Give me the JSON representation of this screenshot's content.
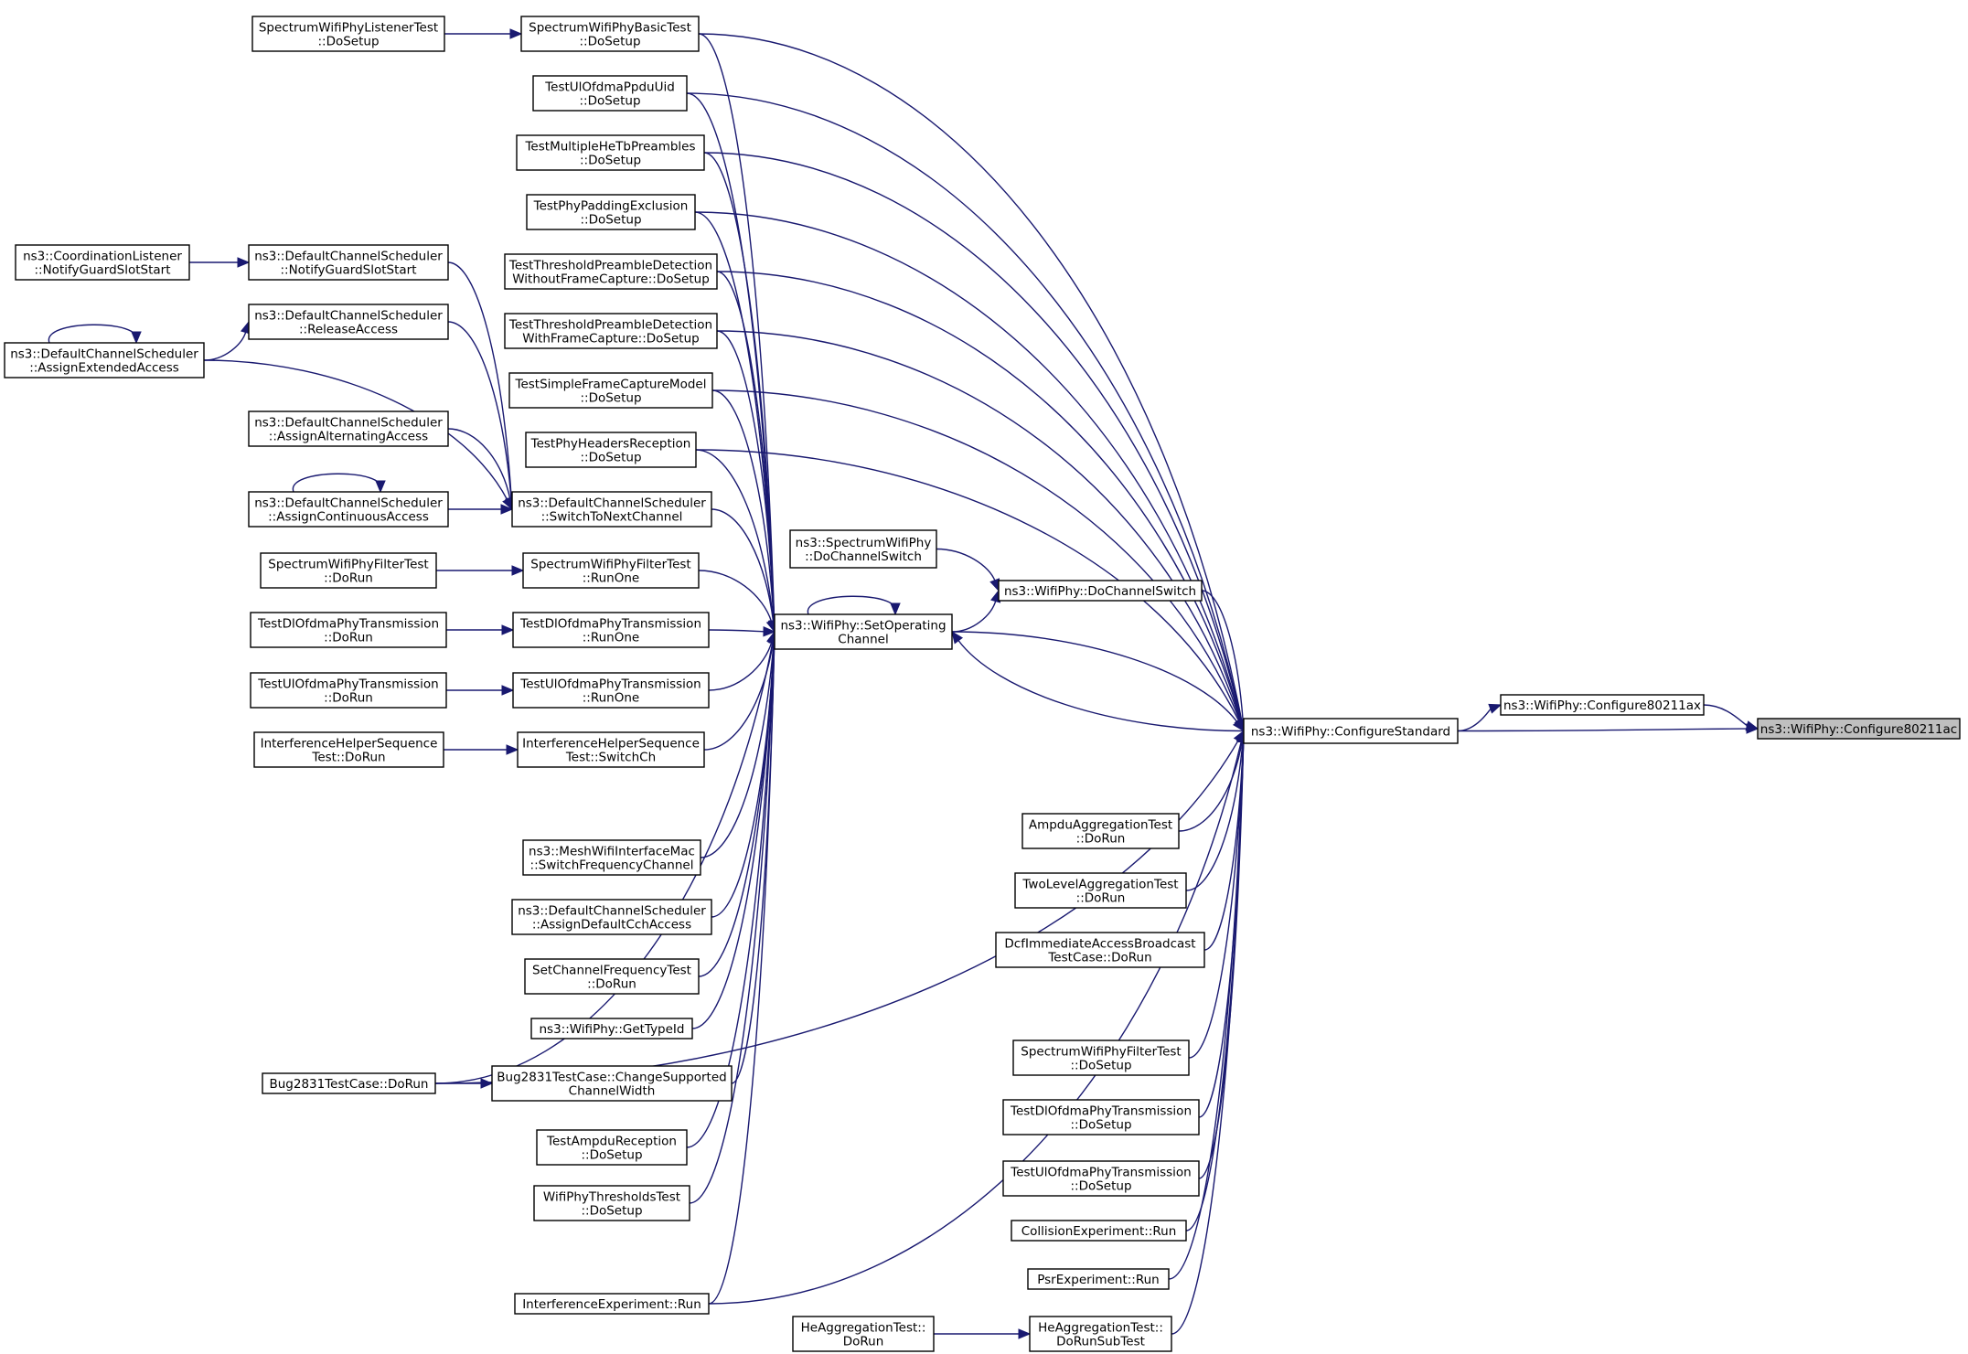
{
  "nodes": {
    "cfg80211ac": {
      "lines": [
        "ns3::WifiPhy::Configure80211ac"
      ],
      "root": true
    },
    "cfg80211ax": {
      "lines": [
        "ns3::WifiPhy::Configure80211ax"
      ]
    },
    "configureStandard": {
      "lines": [
        "ns3::WifiPhy::ConfigureStandard"
      ]
    },
    "doChannelSwitch": {
      "lines": [
        "ns3::WifiPhy::DoChannelSwitch"
      ]
    },
    "spectrumDoChannelSwitch": {
      "lines": [
        "ns3::SpectrumWifiPhy",
        "::DoChannelSwitch"
      ]
    },
    "setOperatingChannel": {
      "lines": [
        "ns3::WifiPhy::SetOperating",
        "Channel"
      ]
    },
    "basicDoSetup": {
      "lines": [
        "SpectrumWifiPhyBasicTest",
        "::DoSetup"
      ]
    },
    "listenerDoSetup": {
      "lines": [
        "SpectrumWifiPhyListenerTest",
        "::DoSetup"
      ]
    },
    "ppduUid": {
      "lines": [
        "TestUlOfdmaPpduUid",
        "::DoSetup"
      ]
    },
    "multipleHeTb": {
      "lines": [
        "TestMultipleHeTbPreambles",
        "::DoSetup"
      ]
    },
    "paddingExclusion": {
      "lines": [
        "TestPhyPaddingExclusion",
        "::DoSetup"
      ]
    },
    "threshWithout": {
      "lines": [
        "TestThresholdPreambleDetection",
        "WithoutFrameCapture::DoSetup"
      ]
    },
    "threshWith": {
      "lines": [
        "TestThresholdPreambleDetection",
        "WithFrameCapture::DoSetup"
      ]
    },
    "simpleFrameCapture": {
      "lines": [
        "TestSimpleFrameCaptureModel",
        "::DoSetup"
      ]
    },
    "headersReception": {
      "lines": [
        "TestPhyHeadersReception",
        "::DoSetup"
      ]
    },
    "switchToNext": {
      "lines": [
        "ns3::DefaultChannelScheduler",
        "::SwitchToNextChannel"
      ]
    },
    "notifyGuardSched": {
      "lines": [
        "ns3::DefaultChannelScheduler",
        "::NotifyGuardSlotStart"
      ]
    },
    "notifyGuardListener": {
      "lines": [
        "ns3::CoordinationListener",
        "::NotifyGuardSlotStart"
      ]
    },
    "releaseAccess": {
      "lines": [
        "ns3::DefaultChannelScheduler",
        "::ReleaseAccess"
      ]
    },
    "assignExtended": {
      "lines": [
        "ns3::DefaultChannelScheduler",
        "::AssignExtendedAccess"
      ]
    },
    "assignAlternating": {
      "lines": [
        "ns3::DefaultChannelScheduler",
        "::AssignAlternatingAccess"
      ]
    },
    "assignContinuous": {
      "lines": [
        "ns3::DefaultChannelScheduler",
        "::AssignContinuousAccess"
      ]
    },
    "filterRunOne": {
      "lines": [
        "SpectrumWifiPhyFilterTest",
        "::RunOne"
      ]
    },
    "filterDoRun": {
      "lines": [
        "SpectrumWifiPhyFilterTest",
        "::DoRun"
      ]
    },
    "dlRunOne": {
      "lines": [
        "TestDlOfdmaPhyTransmission",
        "::RunOne"
      ]
    },
    "dlDoRun": {
      "lines": [
        "TestDlOfdmaPhyTransmission",
        "::DoRun"
      ]
    },
    "ulRunOne": {
      "lines": [
        "TestUlOfdmaPhyTransmission",
        "::RunOne"
      ]
    },
    "ulDoRun": {
      "lines": [
        "TestUlOfdmaPhyTransmission",
        "::DoRun"
      ]
    },
    "ihsSwitchCh": {
      "lines": [
        "InterferenceHelperSequence",
        "Test::SwitchCh"
      ]
    },
    "ihsDoRun": {
      "lines": [
        "InterferenceHelperSequence",
        "Test::DoRun"
      ]
    },
    "meshSwitchFreq": {
      "lines": [
        "ns3::MeshWifiInterfaceMac",
        "::SwitchFrequencyChannel"
      ]
    },
    "assignDefaultCch": {
      "lines": [
        "ns3::DefaultChannelScheduler",
        "::AssignDefaultCchAccess"
      ]
    },
    "setChannelFreq": {
      "lines": [
        "SetChannelFrequencyTest",
        "::DoRun"
      ]
    },
    "getTypeId": {
      "lines": [
        "ns3::WifiPhy::GetTypeId"
      ]
    },
    "bugChangeWidth": {
      "lines": [
        "Bug2831TestCase::ChangeSupported",
        "ChannelWidth"
      ]
    },
    "bugDoRun": {
      "lines": [
        "Bug2831TestCase::DoRun"
      ]
    },
    "ampduReception": {
      "lines": [
        "TestAmpduReception",
        "::DoSetup"
      ]
    },
    "thresholdsTest": {
      "lines": [
        "WifiPhyThresholdsTest",
        "::DoSetup"
      ]
    },
    "interfExpRun": {
      "lines": [
        "InterferenceExperiment::Run"
      ]
    },
    "ampduAggDoRun": {
      "lines": [
        "AmpduAggregationTest",
        "::DoRun"
      ]
    },
    "twoLevelDoRun": {
      "lines": [
        "TwoLevelAggregationTest",
        "::DoRun"
      ]
    },
    "dcfImmediate": {
      "lines": [
        "DcfImmediateAccessBroadcast",
        "TestCase::DoRun"
      ]
    },
    "filterDoSetup": {
      "lines": [
        "SpectrumWifiPhyFilterTest",
        "::DoSetup"
      ]
    },
    "dlDoSetup": {
      "lines": [
        "TestDlOfdmaPhyTransmission",
        "::DoSetup"
      ]
    },
    "ulDoSetup": {
      "lines": [
        "TestUlOfdmaPhyTransmission",
        "::DoSetup"
      ]
    },
    "collisionRun": {
      "lines": [
        "CollisionExperiment::Run"
      ]
    },
    "psrRun": {
      "lines": [
        "PsrExperiment::Run"
      ]
    },
    "heSubTest": {
      "lines": [
        "HeAggregationTest::",
        "DoRunSubTest"
      ]
    },
    "heDoRun": {
      "lines": [
        "HeAggregationTest::",
        "DoRun"
      ]
    }
  },
  "edges": [
    [
      "cfg80211ax",
      "cfg80211ac"
    ],
    [
      "configureStandard",
      "cfg80211ac"
    ],
    [
      "configureStandard",
      "cfg80211ax"
    ],
    [
      "basicDoSetup",
      "configureStandard"
    ],
    [
      "ppduUid",
      "configureStandard"
    ],
    [
      "multipleHeTb",
      "configureStandard"
    ],
    [
      "paddingExclusion",
      "configureStandard"
    ],
    [
      "threshWithout",
      "configureStandard"
    ],
    [
      "threshWith",
      "configureStandard"
    ],
    [
      "simpleFrameCapture",
      "configureStandard"
    ],
    [
      "headersReception",
      "configureStandard"
    ],
    [
      "doChannelSwitch",
      "configureStandard"
    ],
    [
      "setOperatingChannel",
      "configureStandard"
    ],
    [
      "bugDoRun",
      "configureStandard"
    ],
    [
      "interfExpRun",
      "configureStandard"
    ],
    [
      "ampduAggDoRun",
      "configureStandard"
    ],
    [
      "twoLevelDoRun",
      "configureStandard"
    ],
    [
      "dcfImmediate",
      "configureStandard"
    ],
    [
      "filterDoSetup",
      "configureStandard"
    ],
    [
      "dlDoSetup",
      "configureStandard"
    ],
    [
      "ulDoSetup",
      "configureStandard"
    ],
    [
      "collisionRun",
      "configureStandard"
    ],
    [
      "psrRun",
      "configureStandard"
    ],
    [
      "heSubTest",
      "configureStandard"
    ],
    [
      "heDoRun",
      "heSubTest"
    ],
    [
      "spectrumDoChannelSwitch",
      "doChannelSwitch"
    ],
    [
      "setOperatingChannel",
      "doChannelSwitch"
    ],
    [
      "configureStandard",
      "setOperatingChannel"
    ],
    [
      "setOperatingChannel",
      "setOperatingChannel"
    ],
    [
      "basicDoSetup",
      "setOperatingChannel"
    ],
    [
      "ppduUid",
      "setOperatingChannel"
    ],
    [
      "multipleHeTb",
      "setOperatingChannel"
    ],
    [
      "paddingExclusion",
      "setOperatingChannel"
    ],
    [
      "threshWithout",
      "setOperatingChannel"
    ],
    [
      "threshWith",
      "setOperatingChannel"
    ],
    [
      "simpleFrameCapture",
      "setOperatingChannel"
    ],
    [
      "headersReception",
      "setOperatingChannel"
    ],
    [
      "switchToNext",
      "setOperatingChannel"
    ],
    [
      "filterRunOne",
      "setOperatingChannel"
    ],
    [
      "dlRunOne",
      "setOperatingChannel"
    ],
    [
      "ulRunOne",
      "setOperatingChannel"
    ],
    [
      "ihsSwitchCh",
      "setOperatingChannel"
    ],
    [
      "meshSwitchFreq",
      "setOperatingChannel"
    ],
    [
      "assignDefaultCch",
      "setOperatingChannel"
    ],
    [
      "setChannelFreq",
      "setOperatingChannel"
    ],
    [
      "getTypeId",
      "setOperatingChannel"
    ],
    [
      "bugChangeWidth",
      "setOperatingChannel"
    ],
    [
      "ampduReception",
      "setOperatingChannel"
    ],
    [
      "thresholdsTest",
      "setOperatingChannel"
    ],
    [
      "interfExpRun",
      "setOperatingChannel"
    ],
    [
      "bugDoRun",
      "setOperatingChannel"
    ],
    [
      "listenerDoSetup",
      "basicDoSetup"
    ],
    [
      "notifyGuardListener",
      "notifyGuardSched"
    ],
    [
      "assignExtended",
      "releaseAccess"
    ],
    [
      "assignExtended",
      "assignExtended"
    ],
    [
      "assignContinuous",
      "assignContinuous"
    ],
    [
      "notifyGuardSched",
      "switchToNext"
    ],
    [
      "releaseAccess",
      "switchToNext"
    ],
    [
      "assignExtended",
      "switchToNext"
    ],
    [
      "assignAlternating",
      "switchToNext"
    ],
    [
      "assignContinuous",
      "switchToNext"
    ],
    [
      "filterDoRun",
      "filterRunOne"
    ],
    [
      "dlDoRun",
      "dlRunOne"
    ],
    [
      "ulDoRun",
      "ulRunOne"
    ],
    [
      "ihsDoRun",
      "ihsSwitchCh"
    ],
    [
      "bugDoRun",
      "bugChangeWidth"
    ]
  ]
}
